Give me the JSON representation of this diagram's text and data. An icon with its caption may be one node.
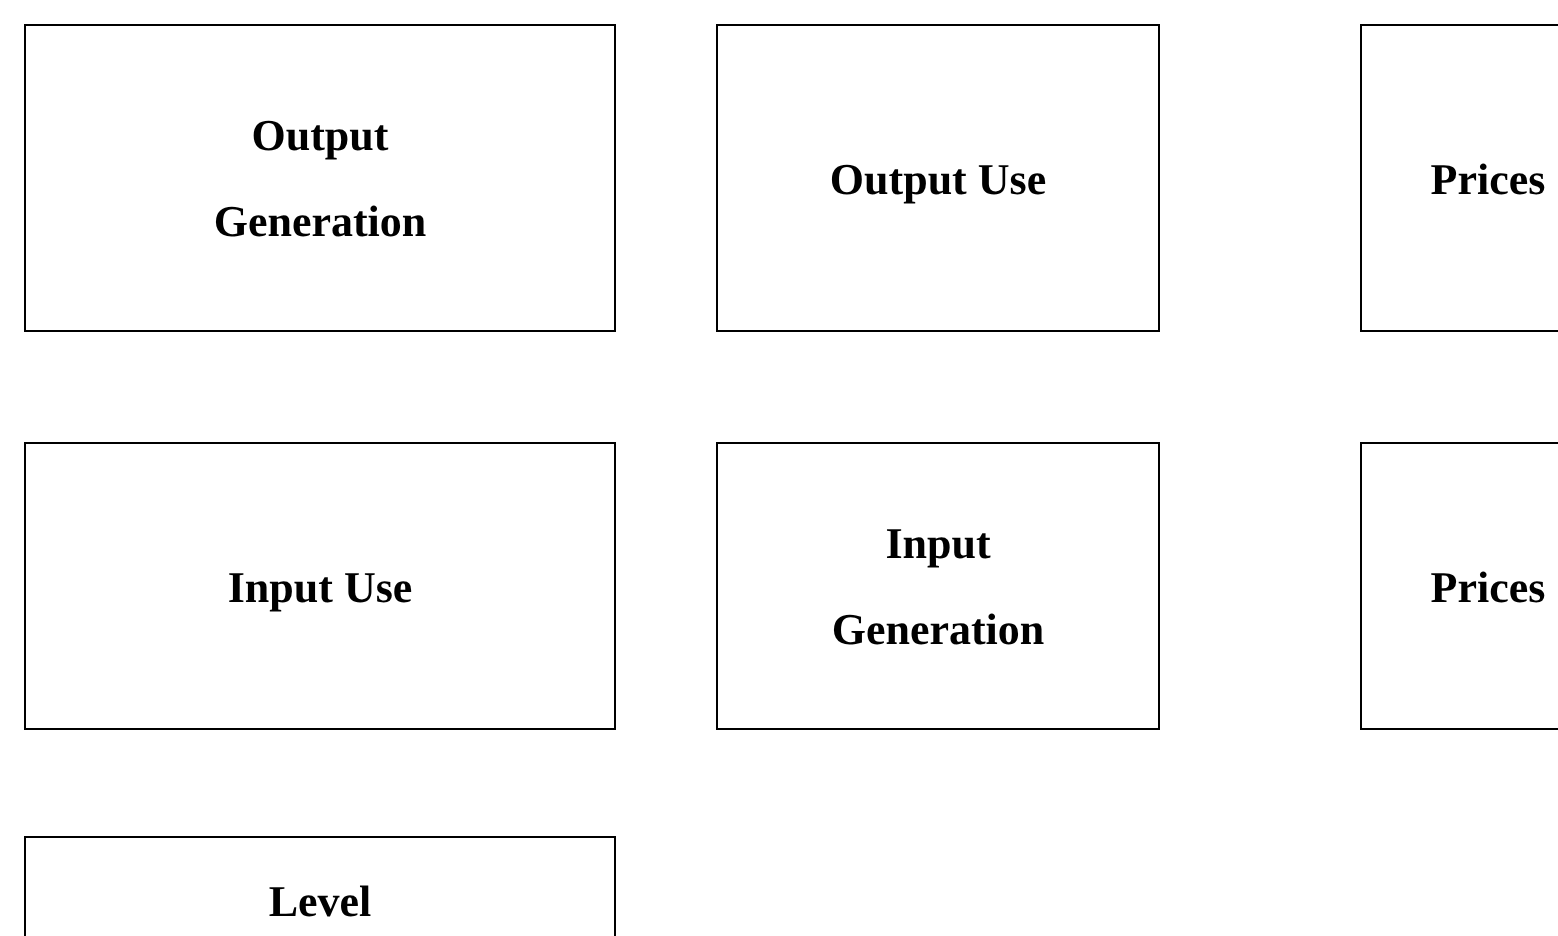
{
  "diagram": {
    "nodes": [
      {
        "text": [
          "Output Generation"
        ]
      },
      {
        "text": [
          "Output Use"
        ]
      },
      {
        "text": [
          "Prices"
        ]
      },
      {
        "text": [
          "Input Use"
        ]
      },
      {
        "text": [
          "Input Generation"
        ]
      },
      {
        "text": [
          "Prices"
        ]
      },
      {
        "text": [
          "Level"
        ]
      }
    ]
  }
}
